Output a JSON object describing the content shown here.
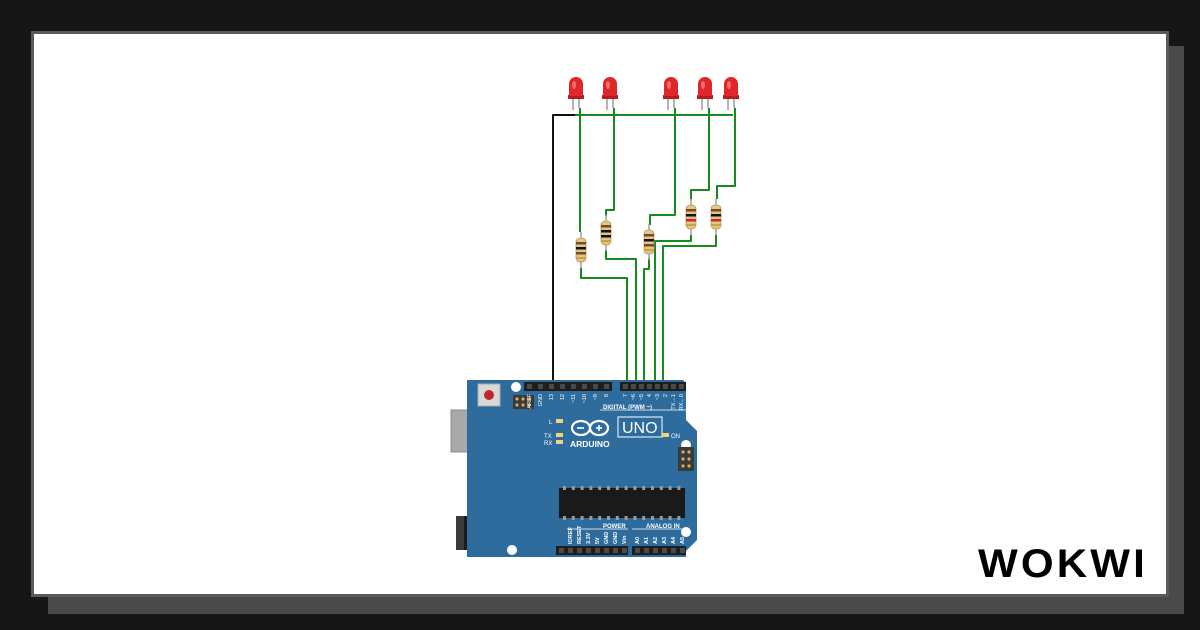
{
  "brand": {
    "logo_text": "WOKWI"
  },
  "board": {
    "name": "UNO",
    "maker": "ARDUINO",
    "digital_label": "DIGITAL (PWM ~)",
    "power_label": "POWER",
    "analog_label": "ANALOG IN",
    "on_label": "ON",
    "led_l": "L",
    "led_tx": "TX",
    "led_rx": "RX",
    "digital_pins_left": [
      "AREF",
      "GND",
      "13",
      "12",
      "~11",
      "~10",
      "~9",
      "8"
    ],
    "digital_pins_right": [
      "7",
      "~6",
      "~5",
      "4",
      "~3",
      "2",
      "TX→1",
      "RX←0"
    ],
    "power_pins": [
      "IOREF",
      "RESET",
      "3.3V",
      "5V",
      "GND",
      "GND",
      "Vin"
    ],
    "analog_pins": [
      "A0",
      "A1",
      "A2",
      "A3",
      "A4",
      "A5"
    ]
  },
  "colors": {
    "board": "#2f6c9e",
    "led": "#e0262a",
    "wire_signal": "#178a1f",
    "wire_ground": "#111111"
  }
}
